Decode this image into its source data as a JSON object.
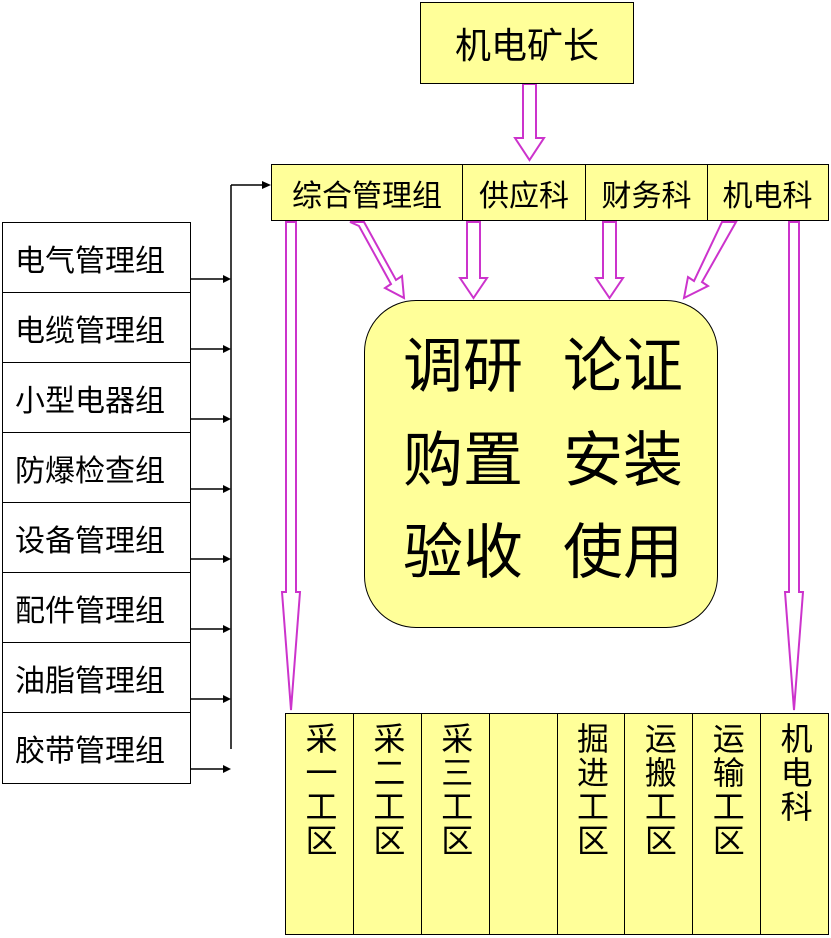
{
  "top": {
    "label": "机电矿长"
  },
  "departments": [
    "综合管理组",
    "供应科",
    "财务科",
    "机电科"
  ],
  "groups": [
    "电气管理组",
    "电缆管理组",
    "小型电器组",
    "防爆检查组",
    "设备管理组",
    "配件管理组",
    "油脂管理组",
    "胶带管理组"
  ],
  "center": {
    "lines": [
      [
        "调研",
        "论证"
      ],
      [
        "购置",
        "安装"
      ],
      [
        "验收",
        "使用"
      ]
    ]
  },
  "units": [
    "采一工区",
    "采二工区",
    "采三工区",
    "",
    "掘进工区",
    "运搬工区",
    "运输工区",
    "机电科"
  ],
  "colors": {
    "box_fill": "#ffff99",
    "arrow": "#cc33cc",
    "border": "#000000"
  }
}
